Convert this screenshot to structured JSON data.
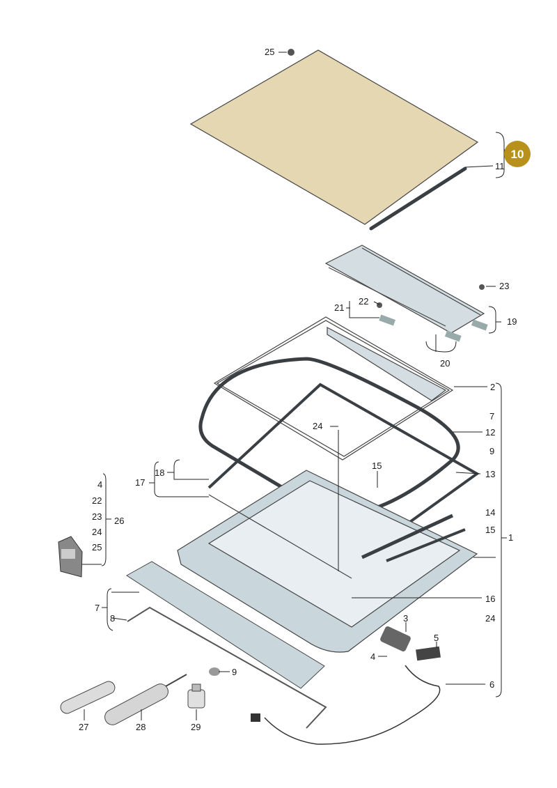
{
  "callouts": {
    "c1": "1",
    "c2": "2",
    "c3": "3",
    "c4a": "4",
    "c4b": "4",
    "c5": "5",
    "c6": "6",
    "c7a": "7",
    "c7b": "7",
    "c8": "8",
    "c9a": "9",
    "c9b": "9",
    "c10": "10",
    "c11": "11",
    "c12": "12",
    "c13": "13",
    "c14": "14",
    "c15a": "15",
    "c15b": "15",
    "c16": "16",
    "c17": "17",
    "c18": "18",
    "c19": "19",
    "c20": "20",
    "c21": "21",
    "c22a": "22",
    "c22b": "22",
    "c23a": "23",
    "c23b": "23",
    "c24a": "24",
    "c24b": "24",
    "c24c": "24",
    "c25a": "25",
    "c25b": "25",
    "c26": "26",
    "c27": "27",
    "c28": "28",
    "c29": "29"
  },
  "colors": {
    "glass": "#e6d7b3",
    "glass_border": "#b08a2e",
    "metal": "#d3dde2",
    "seal": "#3a3f44",
    "badge": "#b8911c",
    "panel": "#c9d6dc"
  }
}
